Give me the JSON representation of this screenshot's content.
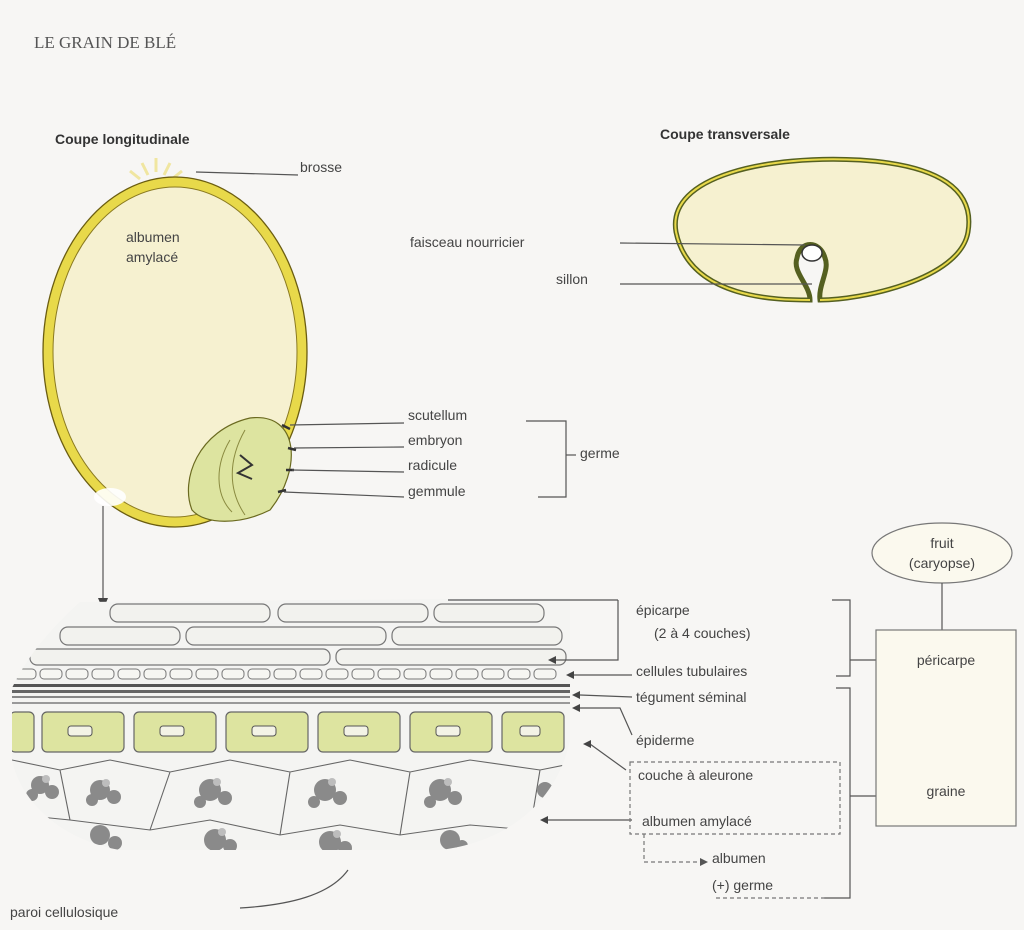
{
  "title": "LE GRAIN DE BLÉ",
  "longitudinal": {
    "heading": "Coupe longitudinale",
    "brosse": "brosse",
    "albumen_line1": "albumen",
    "albumen_line2": "amylacé",
    "scutellum": "scutellum",
    "embryon": "embryon",
    "radicule": "radicule",
    "gemmule": "gemmule",
    "germe": "germe"
  },
  "transversal": {
    "heading": "Coupe transversale",
    "faisceau": "faisceau nourricier",
    "sillon": "sillon"
  },
  "layers": {
    "epicarpe_line1": "épicarpe",
    "epicarpe_line2": "(2 à 4 couches)",
    "cellules": "cellules tubulaires",
    "tegument": "tégument séminal",
    "epiderme": "épiderme",
    "aleurone": "couche à aleurone",
    "albumen_amylace": "albumen amylacé",
    "albumen": "albumen",
    "plus_germe": "(+) germe",
    "paroi": "paroi cellulosique"
  },
  "classification": {
    "fruit_line1": "fruit",
    "fruit_line2": "(caryopse)",
    "pericarpe": "péricarpe",
    "graine": "graine"
  },
  "colors": {
    "yellow": "#e8d94a",
    "pale_yellow": "#f4f0c8",
    "green_yellow": "#dde4a0",
    "cream": "#fbf9ee",
    "grey": "#8a8a8a"
  }
}
